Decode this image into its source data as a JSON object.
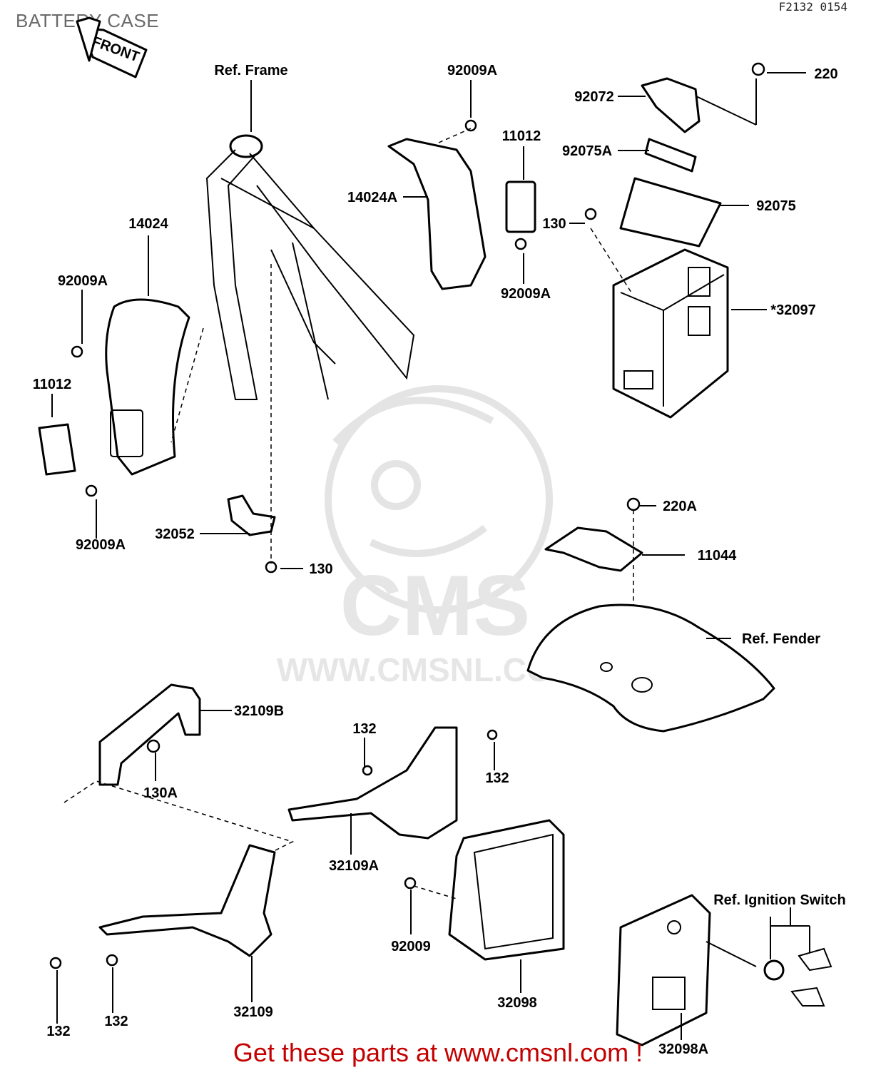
{
  "header": {
    "title": "BATTERY CASE",
    "ref_code": "F2132 0154"
  },
  "watermark": {
    "brand": "CMS",
    "url": "WWW.CMSNL.COM"
  },
  "footer": {
    "cta": "Get these parts at www.cmsnl.com !"
  },
  "diagram": {
    "front_label": "FRONT",
    "labels": {
      "ref_frame": "Ref. Frame",
      "p92009A_top": "92009A",
      "p220": "220",
      "p92072": "92072",
      "p11012_top": "11012",
      "p92075A": "92075A",
      "p14024A": "14024A",
      "p130_top": "130",
      "p92075": "92075",
      "p14024": "14024",
      "p92009A_left": "92009A",
      "p92009A_mid": "92009A",
      "p32097": "*32097",
      "p11012_left": "11012",
      "p92009A_bottom": "92009A",
      "p32052": "32052",
      "p130_bottom": "130",
      "p220A": "220A",
      "p11044": "11044",
      "ref_fender": "Ref. Fender",
      "p32109B": "32109B",
      "p132_a": "132",
      "p132_b": "132",
      "p130A": "130A",
      "p32109A": "32109A",
      "p92009": "92009",
      "ref_ignition": "Ref. Ignition Switch",
      "p32098": "32098",
      "p132_c": "132",
      "p132_d": "132",
      "p32109": "32109",
      "p32098A": "32098A"
    }
  }
}
